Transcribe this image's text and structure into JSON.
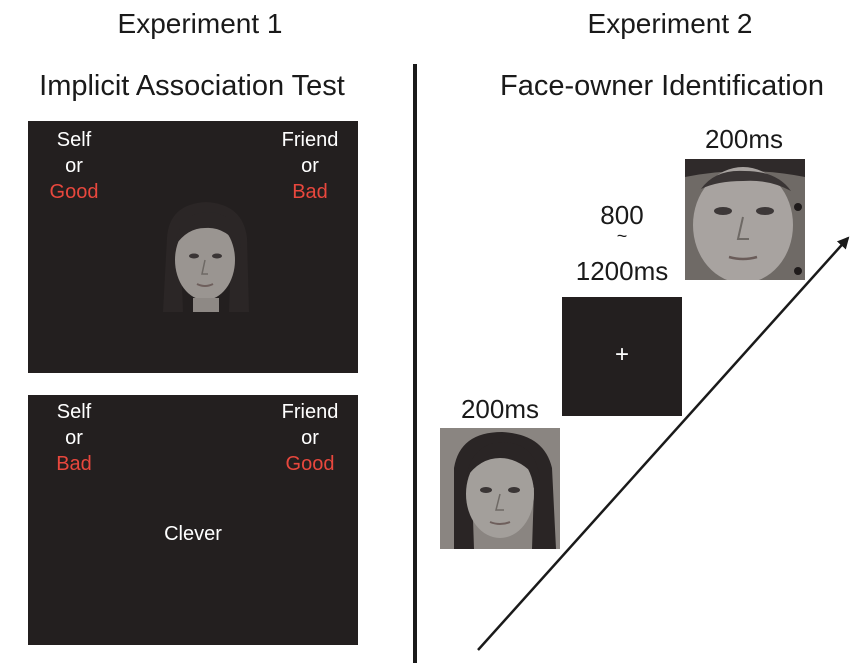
{
  "experiment1": {
    "title": "Experiment 1",
    "subtitle": "Implicit Association Test",
    "screen1": {
      "left": {
        "line1": "Self",
        "line2": "or",
        "line3": "Good"
      },
      "right": {
        "line1": "Friend",
        "line2": "or",
        "line3": "Bad"
      },
      "stimulus": "face-photo"
    },
    "screen2": {
      "left": {
        "line1": "Self",
        "line2": "or",
        "line3": "Bad"
      },
      "right": {
        "line1": "Friend",
        "line2": "or",
        "line3": "Good"
      },
      "stimulus_word": "Clever"
    }
  },
  "experiment2": {
    "title": "Experiment 2",
    "subtitle": "Face-owner Identification",
    "frames": [
      {
        "duration": "200ms",
        "content": "face-photo"
      },
      {
        "duration_top": "800",
        "duration_sep": "~",
        "duration_bottom": "1200ms",
        "content": "+"
      },
      {
        "duration": "200ms",
        "content": "face-photo-closeup"
      }
    ]
  },
  "colors": {
    "screen_bg": "#231f1f",
    "accent_red": "#e8473d",
    "text_white": "#ffffff",
    "text_dark": "#1a1a1a"
  }
}
